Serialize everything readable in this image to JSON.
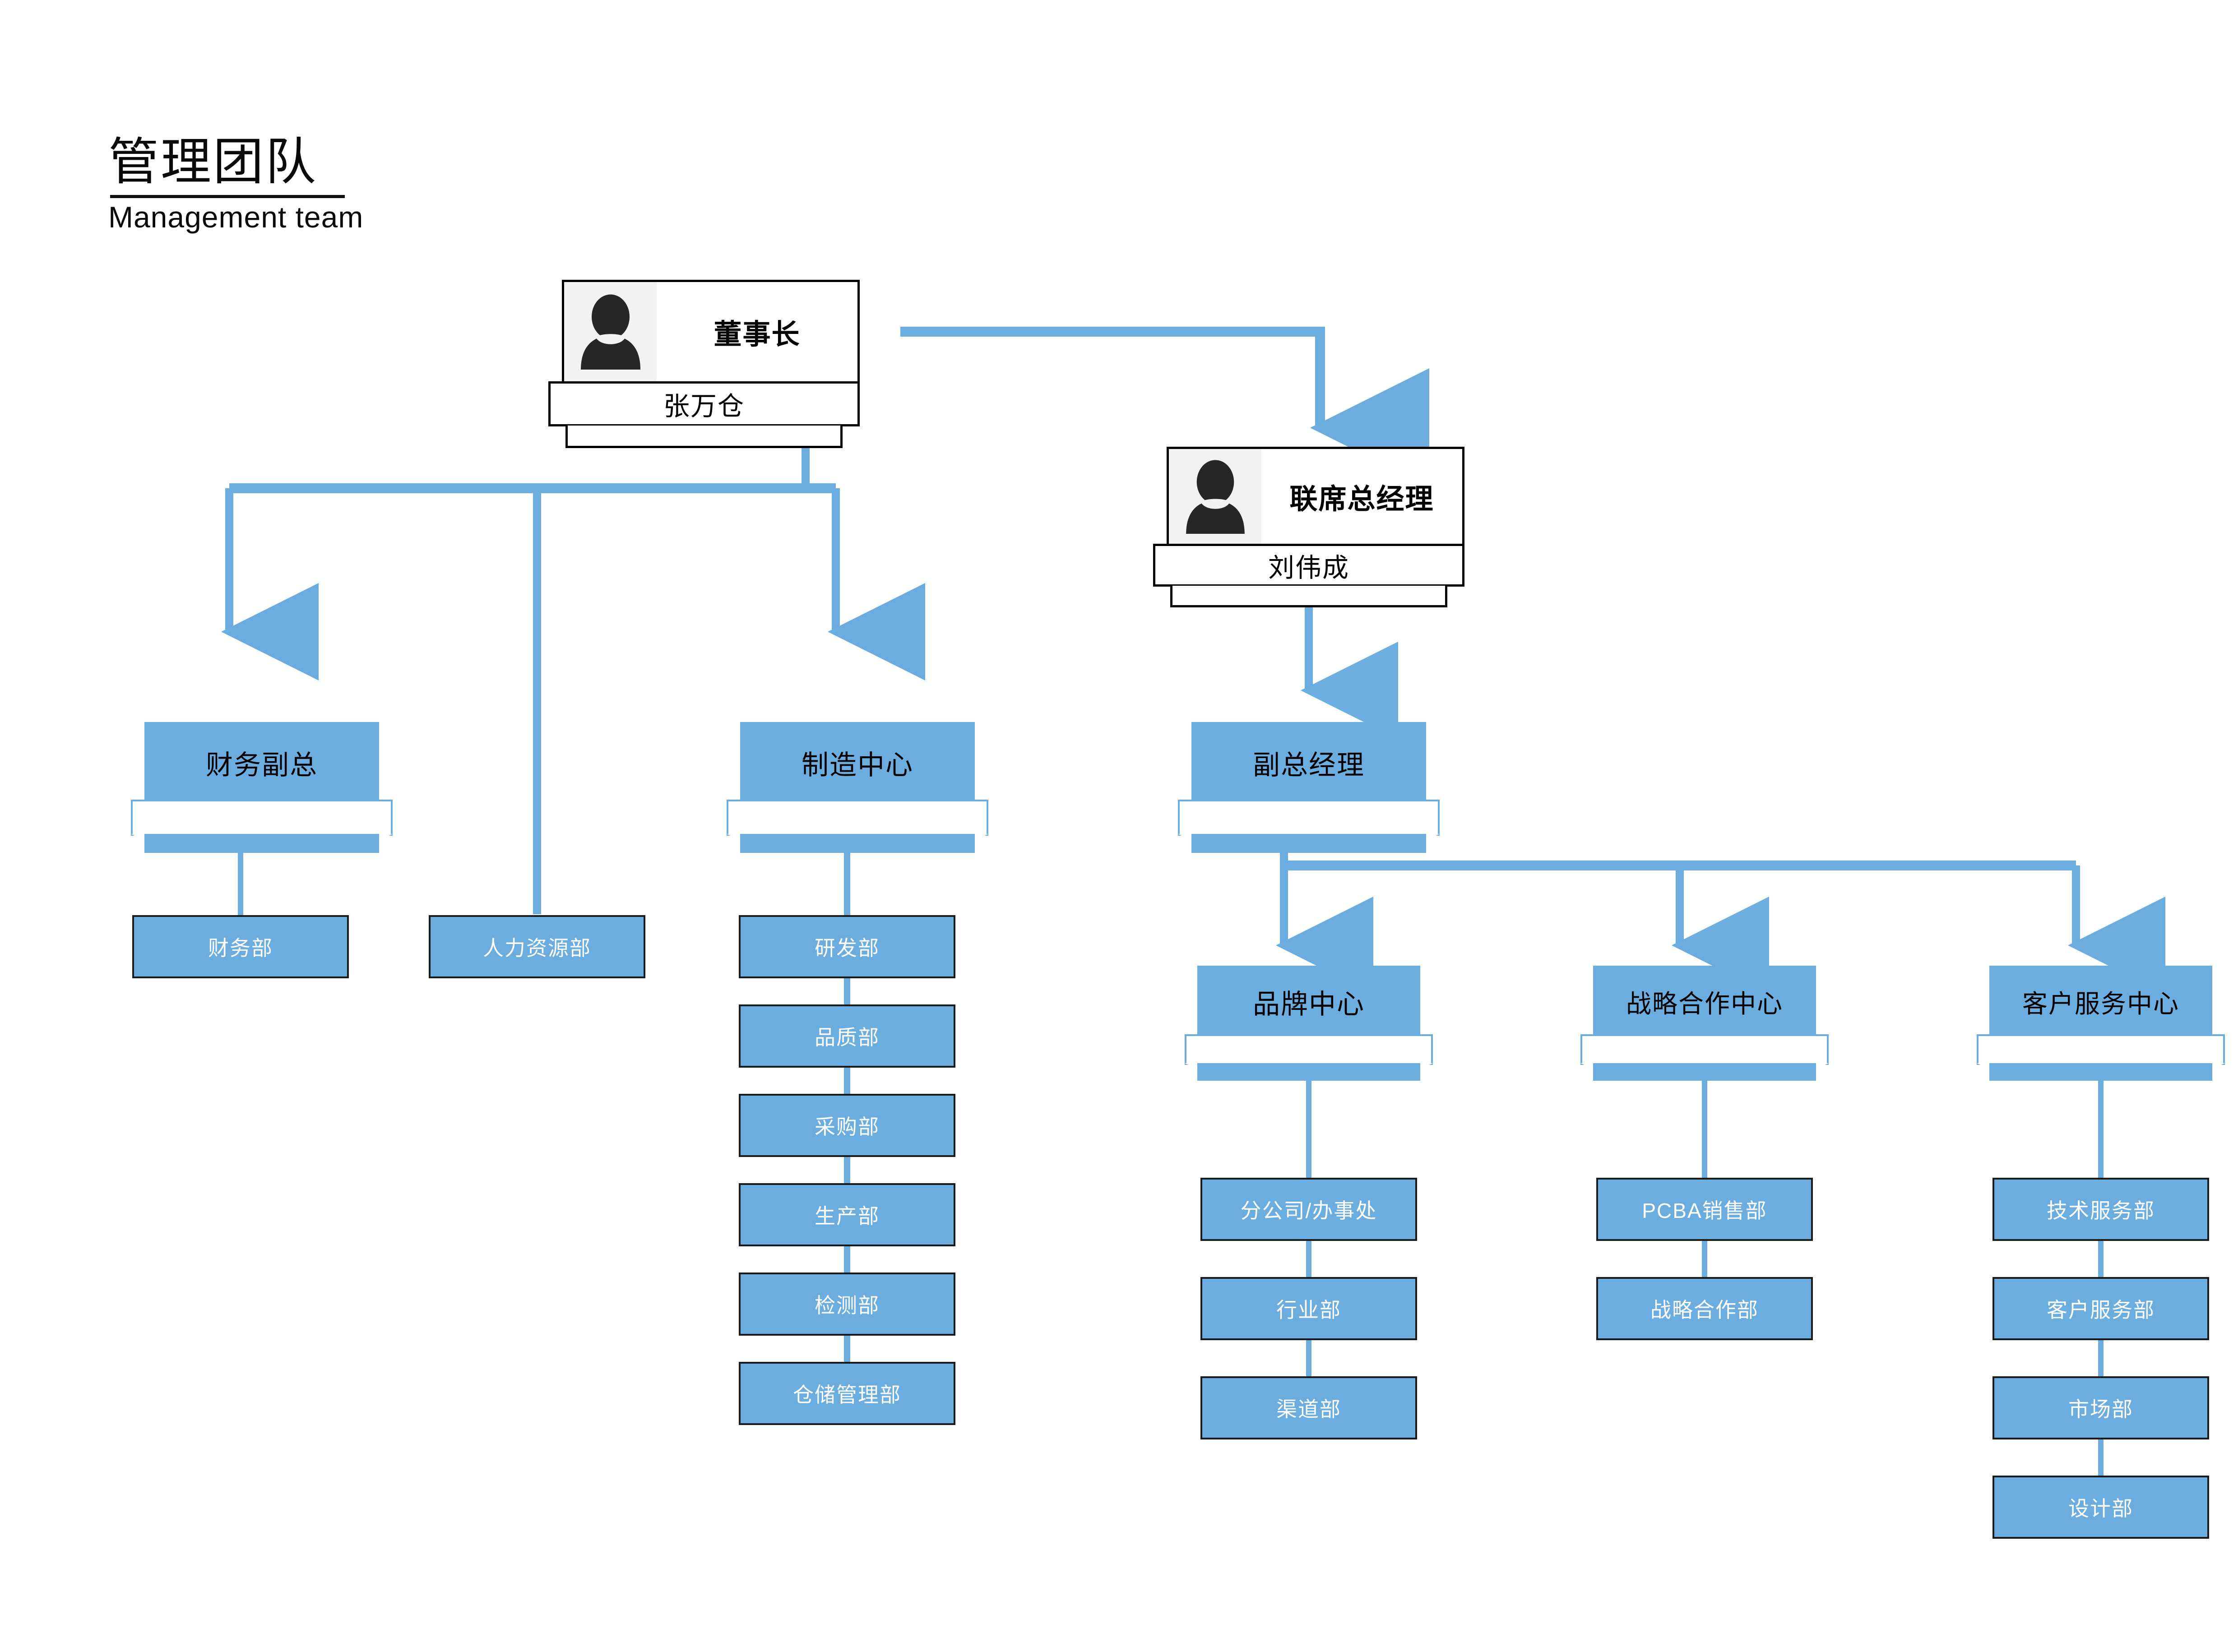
{
  "header": {
    "title_cn": "管理团队",
    "title_en": "Management team"
  },
  "theme": {
    "accent_blue": "#6badde",
    "line_blue": "#6badde",
    "node_text": "#000000",
    "dept_text": "#ffffff",
    "card_border": "#000000",
    "photo_bg": "#f2f2f2",
    "page_bg": "#ffffff"
  },
  "people": [
    {
      "id": "chairman",
      "role": "董事长",
      "name": "张万仓",
      "avatar_icon": "person-silhouette-icon"
    },
    {
      "id": "co_gm",
      "role": "联席总经理",
      "name": "刘伟成",
      "avatar_icon": "person-silhouette-icon"
    }
  ],
  "centers": [
    {
      "id": "finance_vp",
      "label": "财务副总"
    },
    {
      "id": "mfg_center",
      "label": "制造中心"
    },
    {
      "id": "deputy_gm",
      "label": "副总经理"
    },
    {
      "id": "brand_center",
      "label": "品牌中心"
    },
    {
      "id": "strategy_center",
      "label": "战略合作中心"
    },
    {
      "id": "service_center",
      "label": "客户服务中心"
    }
  ],
  "departments": {
    "finance_vp": [
      "财务部"
    ],
    "chairman_direct": [
      "人力资源部"
    ],
    "mfg_center": [
      "研发部",
      "品质部",
      "采购部",
      "生产部",
      "检测部",
      "仓储管理部"
    ],
    "brand_center": [
      "分公司/办事处",
      "行业部",
      "渠道部"
    ],
    "strategy_center": [
      "PCBA销售部",
      "战略合作部"
    ],
    "service_center": [
      "技术服务部",
      "客户服务部",
      "市场部",
      "设计部"
    ]
  },
  "chart_data": {
    "type": "org-chart-tree",
    "title": "管理团队 / Management team",
    "nodes": [
      {
        "id": "chairman",
        "label": "董事长",
        "sublabel": "张万仓",
        "kind": "person",
        "parent": null
      },
      {
        "id": "co_gm",
        "label": "联席总经理",
        "sublabel": "刘伟成",
        "kind": "person",
        "parent": "chairman"
      },
      {
        "id": "finance_vp",
        "label": "财务副总",
        "kind": "center",
        "parent": "chairman"
      },
      {
        "id": "hr_dept",
        "label": "人力资源部",
        "kind": "department",
        "parent": "chairman"
      },
      {
        "id": "mfg_center",
        "label": "制造中心",
        "kind": "center",
        "parent": "chairman"
      },
      {
        "id": "deputy_gm",
        "label": "副总经理",
        "kind": "center",
        "parent": "co_gm"
      },
      {
        "id": "finance_dept",
        "label": "财务部",
        "kind": "department",
        "parent": "finance_vp"
      },
      {
        "id": "rd_dept",
        "label": "研发部",
        "kind": "department",
        "parent": "mfg_center"
      },
      {
        "id": "quality_dept",
        "label": "品质部",
        "kind": "department",
        "parent": "mfg_center"
      },
      {
        "id": "purchase_dept",
        "label": "采购部",
        "kind": "department",
        "parent": "mfg_center"
      },
      {
        "id": "production_dept",
        "label": "生产部",
        "kind": "department",
        "parent": "mfg_center"
      },
      {
        "id": "inspection_dept",
        "label": "检测部",
        "kind": "department",
        "parent": "mfg_center"
      },
      {
        "id": "warehouse_dept",
        "label": "仓储管理部",
        "kind": "department",
        "parent": "mfg_center"
      },
      {
        "id": "brand_center",
        "label": "品牌中心",
        "kind": "center",
        "parent": "deputy_gm"
      },
      {
        "id": "strategy_center",
        "label": "战略合作中心",
        "kind": "center",
        "parent": "deputy_gm"
      },
      {
        "id": "service_center",
        "label": "客户服务中心",
        "kind": "center",
        "parent": "deputy_gm"
      },
      {
        "id": "branch_office",
        "label": "分公司/办事处",
        "kind": "department",
        "parent": "brand_center"
      },
      {
        "id": "industry_dept",
        "label": "行业部",
        "kind": "department",
        "parent": "brand_center"
      },
      {
        "id": "channel_dept",
        "label": "渠道部",
        "kind": "department",
        "parent": "brand_center"
      },
      {
        "id": "pcba_sales_dept",
        "label": "PCBA销售部",
        "kind": "department",
        "parent": "strategy_center"
      },
      {
        "id": "strategy_dept",
        "label": "战略合作部",
        "kind": "department",
        "parent": "strategy_center"
      },
      {
        "id": "tech_service_dept",
        "label": "技术服务部",
        "kind": "department",
        "parent": "service_center"
      },
      {
        "id": "customer_service_dept",
        "label": "客户服务部",
        "kind": "department",
        "parent": "service_center"
      },
      {
        "id": "marketing_dept",
        "label": "市场部",
        "kind": "department",
        "parent": "service_center"
      },
      {
        "id": "design_dept",
        "label": "设计部",
        "kind": "department",
        "parent": "service_center"
      }
    ],
    "levels": 4,
    "node_count": 25
  }
}
